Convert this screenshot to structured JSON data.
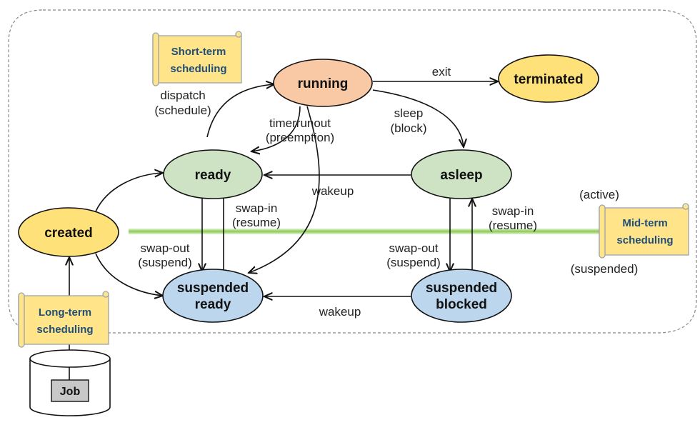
{
  "colors": {
    "created": "#ffe17a",
    "terminated": "#ffe17a",
    "running": "#f9c9a6",
    "active_state": "#cde3c3",
    "suspended_state": "#bcd6ee",
    "scroll_fill": "#ffe48a",
    "scroll_text": "#1f4e79",
    "divider_line": "#b7df8a"
  },
  "states": {
    "running": "running",
    "terminated": "terminated",
    "ready": "ready",
    "asleep": "asleep",
    "created": "created",
    "suspended_ready": [
      "suspended",
      "ready"
    ],
    "suspended_blocked": [
      "suspended",
      "blocked"
    ]
  },
  "transitions": {
    "exit": "exit",
    "dispatch": [
      "dispatch",
      "(schedule)"
    ],
    "timerrunout": [
      "timerrunout",
      "(preemption)"
    ],
    "sleep": [
      "sleep",
      "(block)"
    ],
    "wakeup_top": "wakeup",
    "wakeup_bottom": "wakeup",
    "swap_in_left": [
      "swap-in",
      "(resume)"
    ],
    "swap_out_left": [
      "swap-out",
      "(suspend)"
    ],
    "swap_in_right": [
      "swap-in",
      "(resume)"
    ],
    "swap_out_right": [
      "swap-out",
      "(suspend)"
    ]
  },
  "zones": {
    "active": "(active)",
    "suspended": "(suspended)"
  },
  "schedulers": {
    "short_term": [
      "Short-term",
      "scheduling"
    ],
    "mid_term": [
      "Mid-term",
      "scheduling"
    ],
    "long_term": [
      "Long-term",
      "scheduling"
    ]
  },
  "job_label": "Job"
}
